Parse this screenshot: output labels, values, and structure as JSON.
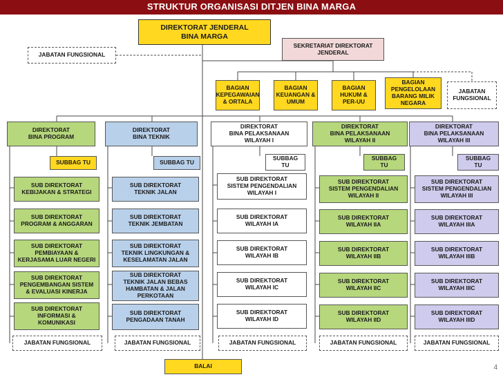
{
  "title": "STRUKTUR ORGANISASI DITJEN BINA MARGA",
  "page_number": "4",
  "colors": {
    "title_bg": "#8b0e12",
    "yellow": "#ffd81f",
    "green": "#b6d77c",
    "blue": "#b8d0ea",
    "purple": "#cfcbed",
    "pink": "#f2d8d8",
    "white": "#ffffff"
  },
  "top": {
    "dirjen": "DIREKTORAT JENDERAL\nBINA MARGA",
    "sekretariat": "SEKRETARIAT DIREKTORAT\nJENDERAL",
    "jabatan_left": "JABATAN FUNGSIONAL",
    "bagian": [
      "BAGIAN\nKEPEGAWAIAN\n& ORTALA",
      "BAGIAN\nKEUANGAN &\nUMUM",
      "BAGIAN\nHUKUM &\nPER-UU",
      "BAGIAN\nPENGELOLAAN\nBARANG MILIK\nNEGARA"
    ],
    "jabatan_right": "JABATAN\nFUNGSIONAL",
    "balai": "BALAI"
  },
  "directorates": [
    {
      "name": "DIREKTORAT\nBINA PROGRAM",
      "subbag": "SUBBAG TU",
      "subs": [
        "SUB DIREKTORAT\nKEBIJAKAN & STRATEGI",
        "SUB DIREKTORAT\nPROGRAM & ANGGARAN",
        "SUB DIREKTORAT\nPEMBIAYAAN &\nKERJASAMA LUAR NEGERI",
        "SUB DIREKTORAT\nPENGEMBANGAN SISTEM\n& EVALUASI KINERJA",
        "SUB DIREKTORAT\nINFORMASI &\nKOMUNIKASI"
      ],
      "jabatan": "JABATAN FUNGSIONAL"
    },
    {
      "name": "DIREKTORAT\nBINA TEKNIK",
      "subbag": "SUBBAG TU",
      "subs": [
        "SUB DIREKTORAT\nTEKNIK JALAN",
        "SUB DIREKTORAT\nTEKNIK JEMBATAN",
        "SUB DIREKTORAT\nTEKNIK LINGKUNGAN &\nKESELAMATAN JALAN",
        "SUB DIREKTORAT\nTEKNIK JALAN BEBAS\nHAMBATAN & JALAN\nPERKOTAAN",
        "SUB DIREKTORAT\nPENGADAAN TANAH"
      ],
      "jabatan": "JABATAN FUNGSIONAL"
    },
    {
      "name": "DIREKTORAT\nBINA PELAKSANAAN\nWILAYAH I",
      "subbag": "SUBBAG\nTU",
      "subs": [
        "SUB DIREKTORAT\nSISTEM PENGENDALIAN\nWILAYAH I",
        "SUB DIREKTORAT\nWILAYAH IA",
        "SUB DIREKTORAT\nWILAYAH IB",
        "SUB DIREKTORAT\nWILAYAH IC",
        "SUB DIREKTORAT\nWILAYAH ID"
      ],
      "jabatan": "JABATAN FUNGSIONAL"
    },
    {
      "name": "DIREKTORAT\nBINA PELAKSANAAN\nWILAYAH II",
      "subbag": "SUBBAG\nTU",
      "subs": [
        "SUB DIREKTORAT\nSISTEM PENGENDALIAN\nWILAYAH II",
        "SUB DIREKTORAT\nWILAYAH IIA",
        "SUB DIREKTORAT\nWILAYAH IIB",
        "SUB DIREKTORAT\nWILAYAH IIC",
        "SUB DIREKTORAT\nWILAYAH IID"
      ],
      "jabatan": "JABATAN FUNGSIONAL"
    },
    {
      "name": "DIREKTORAT\nBINA PELAKSANAAN\nWILAYAH III",
      "subbag": "SUBBAG\nTU",
      "subs": [
        "SUB DIREKTORAT\nSISTEM PENGENDALIAN\nWILAYAH III",
        "SUB DIREKTORAT\nWILAYAH IIIA",
        "SUB DIREKTORAT\nWILAYAH IIIB",
        "SUB DIREKTORAT\nWILAYAH IIIC",
        "SUB DIREKTORAT\nWILAYAH IIID"
      ],
      "jabatan": "JABATAN FUNGSIONAL"
    }
  ]
}
